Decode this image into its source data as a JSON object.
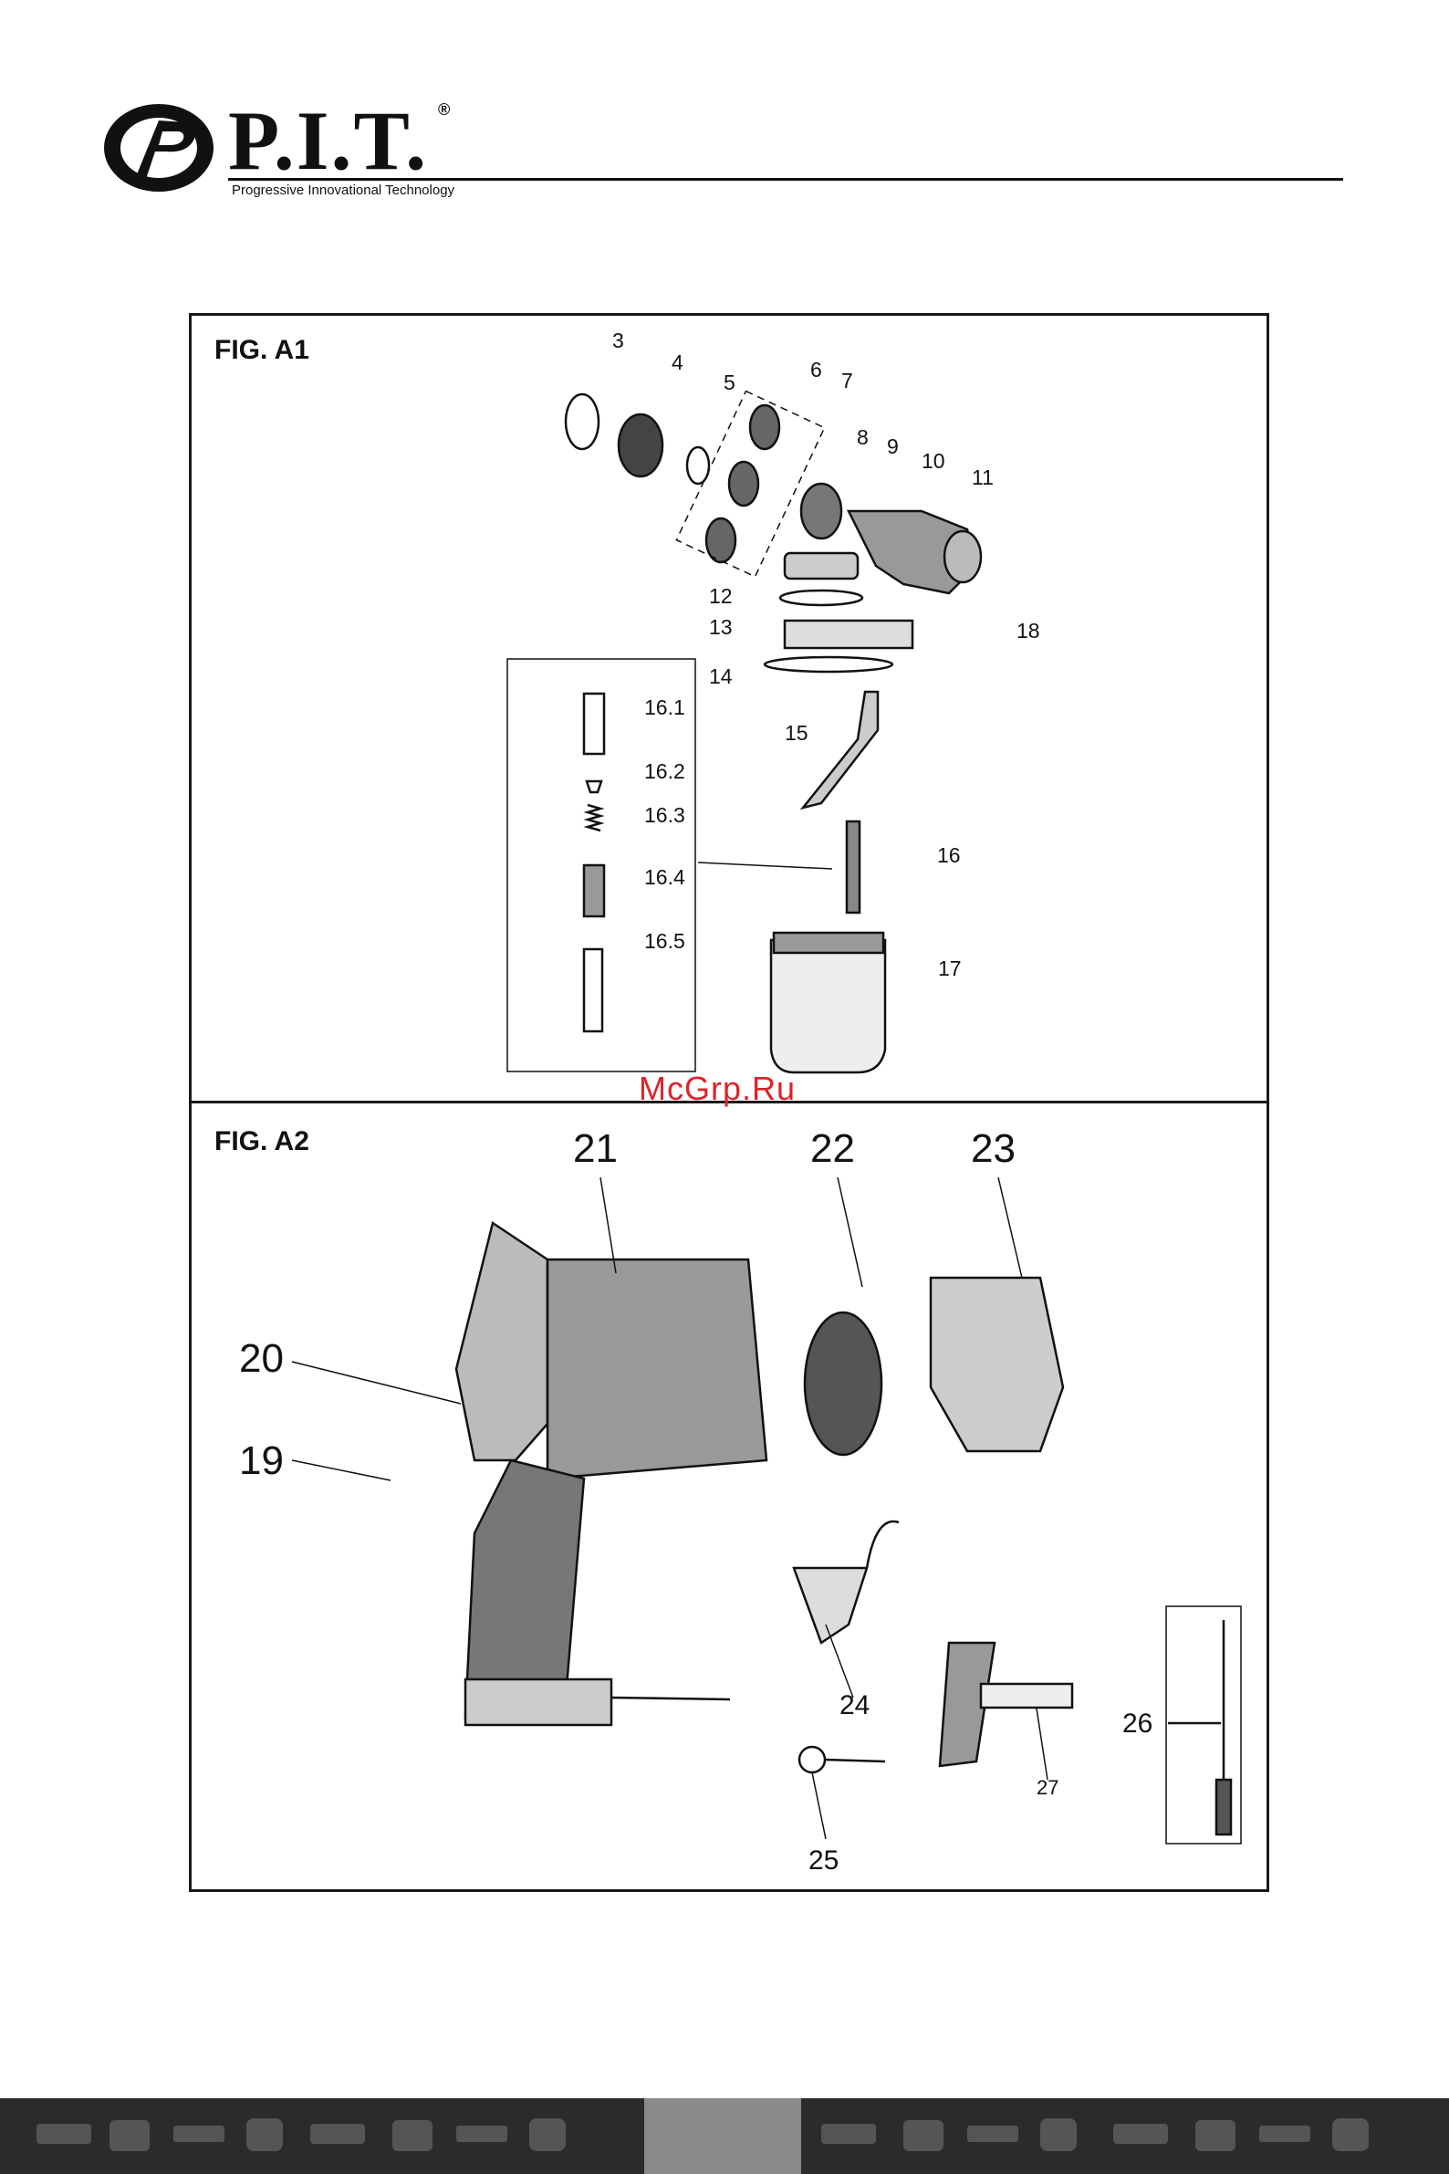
{
  "header": {
    "brand": "P.I.T.",
    "registered_mark": "®",
    "tagline": "Progressive Innovational Technology"
  },
  "figures": {
    "a1": {
      "label": "FIG. A1",
      "callouts": [
        "3",
        "4",
        "5",
        "6",
        "7",
        "8",
        "9",
        "10",
        "11",
        "12",
        "13",
        "14",
        "15",
        "16",
        "16.1",
        "16.2",
        "16.3",
        "16.4",
        "16.5",
        "17",
        "18"
      ]
    },
    "a2": {
      "label": "FIG. A2",
      "callouts": [
        "19",
        "20",
        "21",
        "22",
        "23",
        "24",
        "25",
        "26",
        "27"
      ]
    }
  },
  "watermark": "McGrp.Ru",
  "colors": {
    "ink": "#111111",
    "frame": "#1a1a1a",
    "watermark": "#d9252a",
    "footer_bar": "#2b2b2b",
    "footer_tab": "#8a8a8a"
  }
}
